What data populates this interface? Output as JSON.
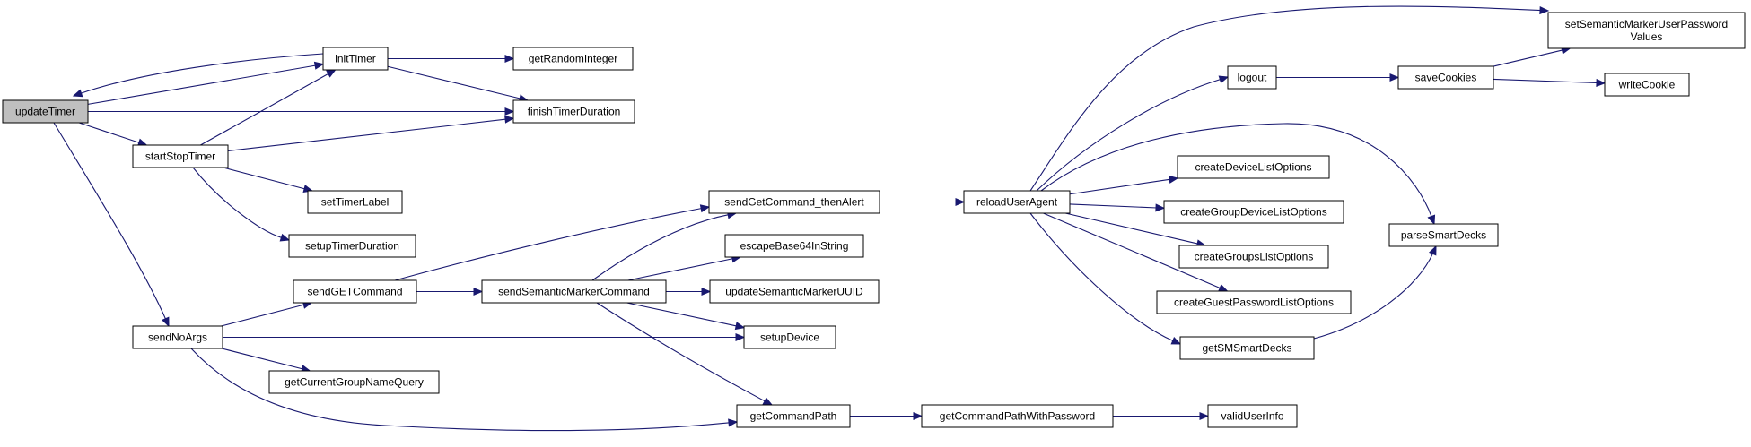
{
  "graph": {
    "edge_color": "#191970",
    "root_fill": "#bfbfbf",
    "nodes": [
      {
        "id": "updateTimer",
        "lines": [
          "updateTimer"
        ],
        "root": true
      },
      {
        "id": "initTimer",
        "lines": [
          "initTimer"
        ]
      },
      {
        "id": "getRandomInteger",
        "lines": [
          "getRandomInteger"
        ]
      },
      {
        "id": "finishTimerDuration",
        "lines": [
          "finishTimerDuration"
        ]
      },
      {
        "id": "startStopTimer",
        "lines": [
          "startStopTimer"
        ]
      },
      {
        "id": "setTimerLabel",
        "lines": [
          "setTimerLabel"
        ]
      },
      {
        "id": "setupTimerDuration",
        "lines": [
          "setupTimerDuration"
        ]
      },
      {
        "id": "sendNoArgs",
        "lines": [
          "sendNoArgs"
        ]
      },
      {
        "id": "sendGETCommand",
        "lines": [
          "sendGETCommand"
        ]
      },
      {
        "id": "getCurrentGroupNameQuery",
        "lines": [
          "getCurrentGroupNameQuery"
        ]
      },
      {
        "id": "sendSemanticMarkerCommand",
        "lines": [
          "sendSemanticMarkerCommand"
        ]
      },
      {
        "id": "sendGetCommand_thenAlert",
        "lines": [
          "sendGetCommand_thenAlert"
        ]
      },
      {
        "id": "escapeBase64InString",
        "lines": [
          "escapeBase64InString"
        ]
      },
      {
        "id": "updateSemanticMarkerUUID",
        "lines": [
          "updateSemanticMarkerUUID"
        ]
      },
      {
        "id": "setupDevice",
        "lines": [
          "setupDevice"
        ]
      },
      {
        "id": "getCommandPath",
        "lines": [
          "getCommandPath"
        ]
      },
      {
        "id": "getCommandPathWithPassword",
        "lines": [
          "getCommandPathWithPassword"
        ]
      },
      {
        "id": "validUserInfo",
        "lines": [
          "validUserInfo"
        ]
      },
      {
        "id": "reloadUserAgent",
        "lines": [
          "reloadUserAgent"
        ]
      },
      {
        "id": "logout",
        "lines": [
          "logout"
        ]
      },
      {
        "id": "saveCookies",
        "lines": [
          "saveCookies"
        ]
      },
      {
        "id": "setSemanticMarkerUserPasswordValues",
        "lines": [
          "setSemanticMarkerUserPassword",
          "Values"
        ]
      },
      {
        "id": "writeCookie",
        "lines": [
          "writeCookie"
        ]
      },
      {
        "id": "createDeviceListOptions",
        "lines": [
          "createDeviceListOptions"
        ]
      },
      {
        "id": "createGroupDeviceListOptions",
        "lines": [
          "createGroupDeviceListOptions"
        ]
      },
      {
        "id": "createGroupsListOptions",
        "lines": [
          "createGroupsListOptions"
        ]
      },
      {
        "id": "createGuestPasswordListOptions",
        "lines": [
          "createGuestPasswordListOptions"
        ]
      },
      {
        "id": "getSMSmartDecks",
        "lines": [
          "getSMSmartDecks"
        ]
      },
      {
        "id": "parseSmartDecks",
        "lines": [
          "parseSmartDecks"
        ]
      }
    ],
    "edges": [
      {
        "from": "updateTimer",
        "to": "initTimer"
      },
      {
        "from": "updateTimer",
        "to": "finishTimerDuration"
      },
      {
        "from": "updateTimer",
        "to": "startStopTimer"
      },
      {
        "from": "updateTimer",
        "to": "sendNoArgs"
      },
      {
        "from": "initTimer",
        "to": "updateTimer"
      },
      {
        "from": "initTimer",
        "to": "getRandomInteger"
      },
      {
        "from": "initTimer",
        "to": "finishTimerDuration"
      },
      {
        "from": "startStopTimer",
        "to": "initTimer"
      },
      {
        "from": "startStopTimer",
        "to": "finishTimerDuration"
      },
      {
        "from": "startStopTimer",
        "to": "setTimerLabel"
      },
      {
        "from": "startStopTimer",
        "to": "setupTimerDuration"
      },
      {
        "from": "sendNoArgs",
        "to": "sendGETCommand"
      },
      {
        "from": "sendNoArgs",
        "to": "getCurrentGroupNameQuery"
      },
      {
        "from": "sendNoArgs",
        "to": "setupDevice"
      },
      {
        "from": "sendNoArgs",
        "to": "getCommandPath"
      },
      {
        "from": "sendGETCommand",
        "to": "sendGetCommand_thenAlert"
      },
      {
        "from": "sendGETCommand",
        "to": "sendSemanticMarkerCommand"
      },
      {
        "from": "sendSemanticMarkerCommand",
        "to": "sendGetCommand_thenAlert"
      },
      {
        "from": "sendSemanticMarkerCommand",
        "to": "escapeBase64InString"
      },
      {
        "from": "sendSemanticMarkerCommand",
        "to": "updateSemanticMarkerUUID"
      },
      {
        "from": "sendSemanticMarkerCommand",
        "to": "setupDevice"
      },
      {
        "from": "sendSemanticMarkerCommand",
        "to": "getCommandPath"
      },
      {
        "from": "sendGetCommand_thenAlert",
        "to": "reloadUserAgent"
      },
      {
        "from": "getCommandPath",
        "to": "getCommandPathWithPassword"
      },
      {
        "from": "getCommandPathWithPassword",
        "to": "validUserInfo"
      },
      {
        "from": "reloadUserAgent",
        "to": "setSemanticMarkerUserPasswordValues"
      },
      {
        "from": "reloadUserAgent",
        "to": "logout"
      },
      {
        "from": "reloadUserAgent",
        "to": "parseSmartDecks"
      },
      {
        "from": "reloadUserAgent",
        "to": "createDeviceListOptions"
      },
      {
        "from": "reloadUserAgent",
        "to": "createGroupDeviceListOptions"
      },
      {
        "from": "reloadUserAgent",
        "to": "createGroupsListOptions"
      },
      {
        "from": "reloadUserAgent",
        "to": "createGuestPasswordListOptions"
      },
      {
        "from": "reloadUserAgent",
        "to": "getSMSmartDecks"
      },
      {
        "from": "logout",
        "to": "saveCookies"
      },
      {
        "from": "saveCookies",
        "to": "setSemanticMarkerUserPasswordValues"
      },
      {
        "from": "saveCookies",
        "to": "writeCookie"
      },
      {
        "from": "getSMSmartDecks",
        "to": "parseSmartDecks"
      }
    ]
  }
}
